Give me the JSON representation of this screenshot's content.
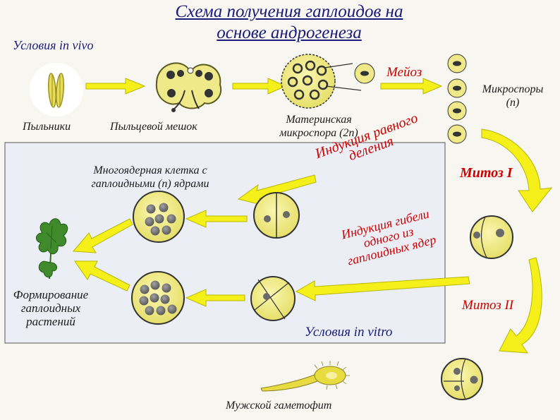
{
  "title_line1": "Схема получения гаплоидов на",
  "title_line2": "основе андрогенеза",
  "conditions_in_vivo": "Условия in vivo",
  "anthers": "Пыльники",
  "pollen_sac": "Пыльцевой мешок",
  "mother_microspore_line1": "Материнская",
  "mother_microspore_line2": "микроспора (2n)",
  "meiosis": "Мейоз",
  "microspores_line1": "Микроспоры",
  "microspores_line2": "(n)",
  "mitosis_1": "Митоз I",
  "mitosis_2": "Митоз II",
  "multinuclear_line1": "Многоядерная клетка с",
  "multinuclear_line2": "гаплоидными (n) ядрами",
  "induction_equal_line1": "Индукция равного",
  "induction_equal_line2": "деления",
  "induction_death_line1": "Индукция гибели",
  "induction_death_line2": "одного из",
  "induction_death_line3": "гаплоидных ядер",
  "formation_line1": "Формирование",
  "formation_line2": "гаплоидных",
  "formation_line3": "растений",
  "conditions_in_vitro": "Условия in vitro",
  "male_gametophyte": "Мужской гаметофит",
  "colors": {
    "cell_fill": "#efe98a",
    "nucleus": "#7a7a7a",
    "arrow": "#f5f019",
    "arrow_stroke": "#b8b800",
    "red": "#cc0000",
    "navy": "#1a1a7a",
    "panel": "#eceef6"
  }
}
